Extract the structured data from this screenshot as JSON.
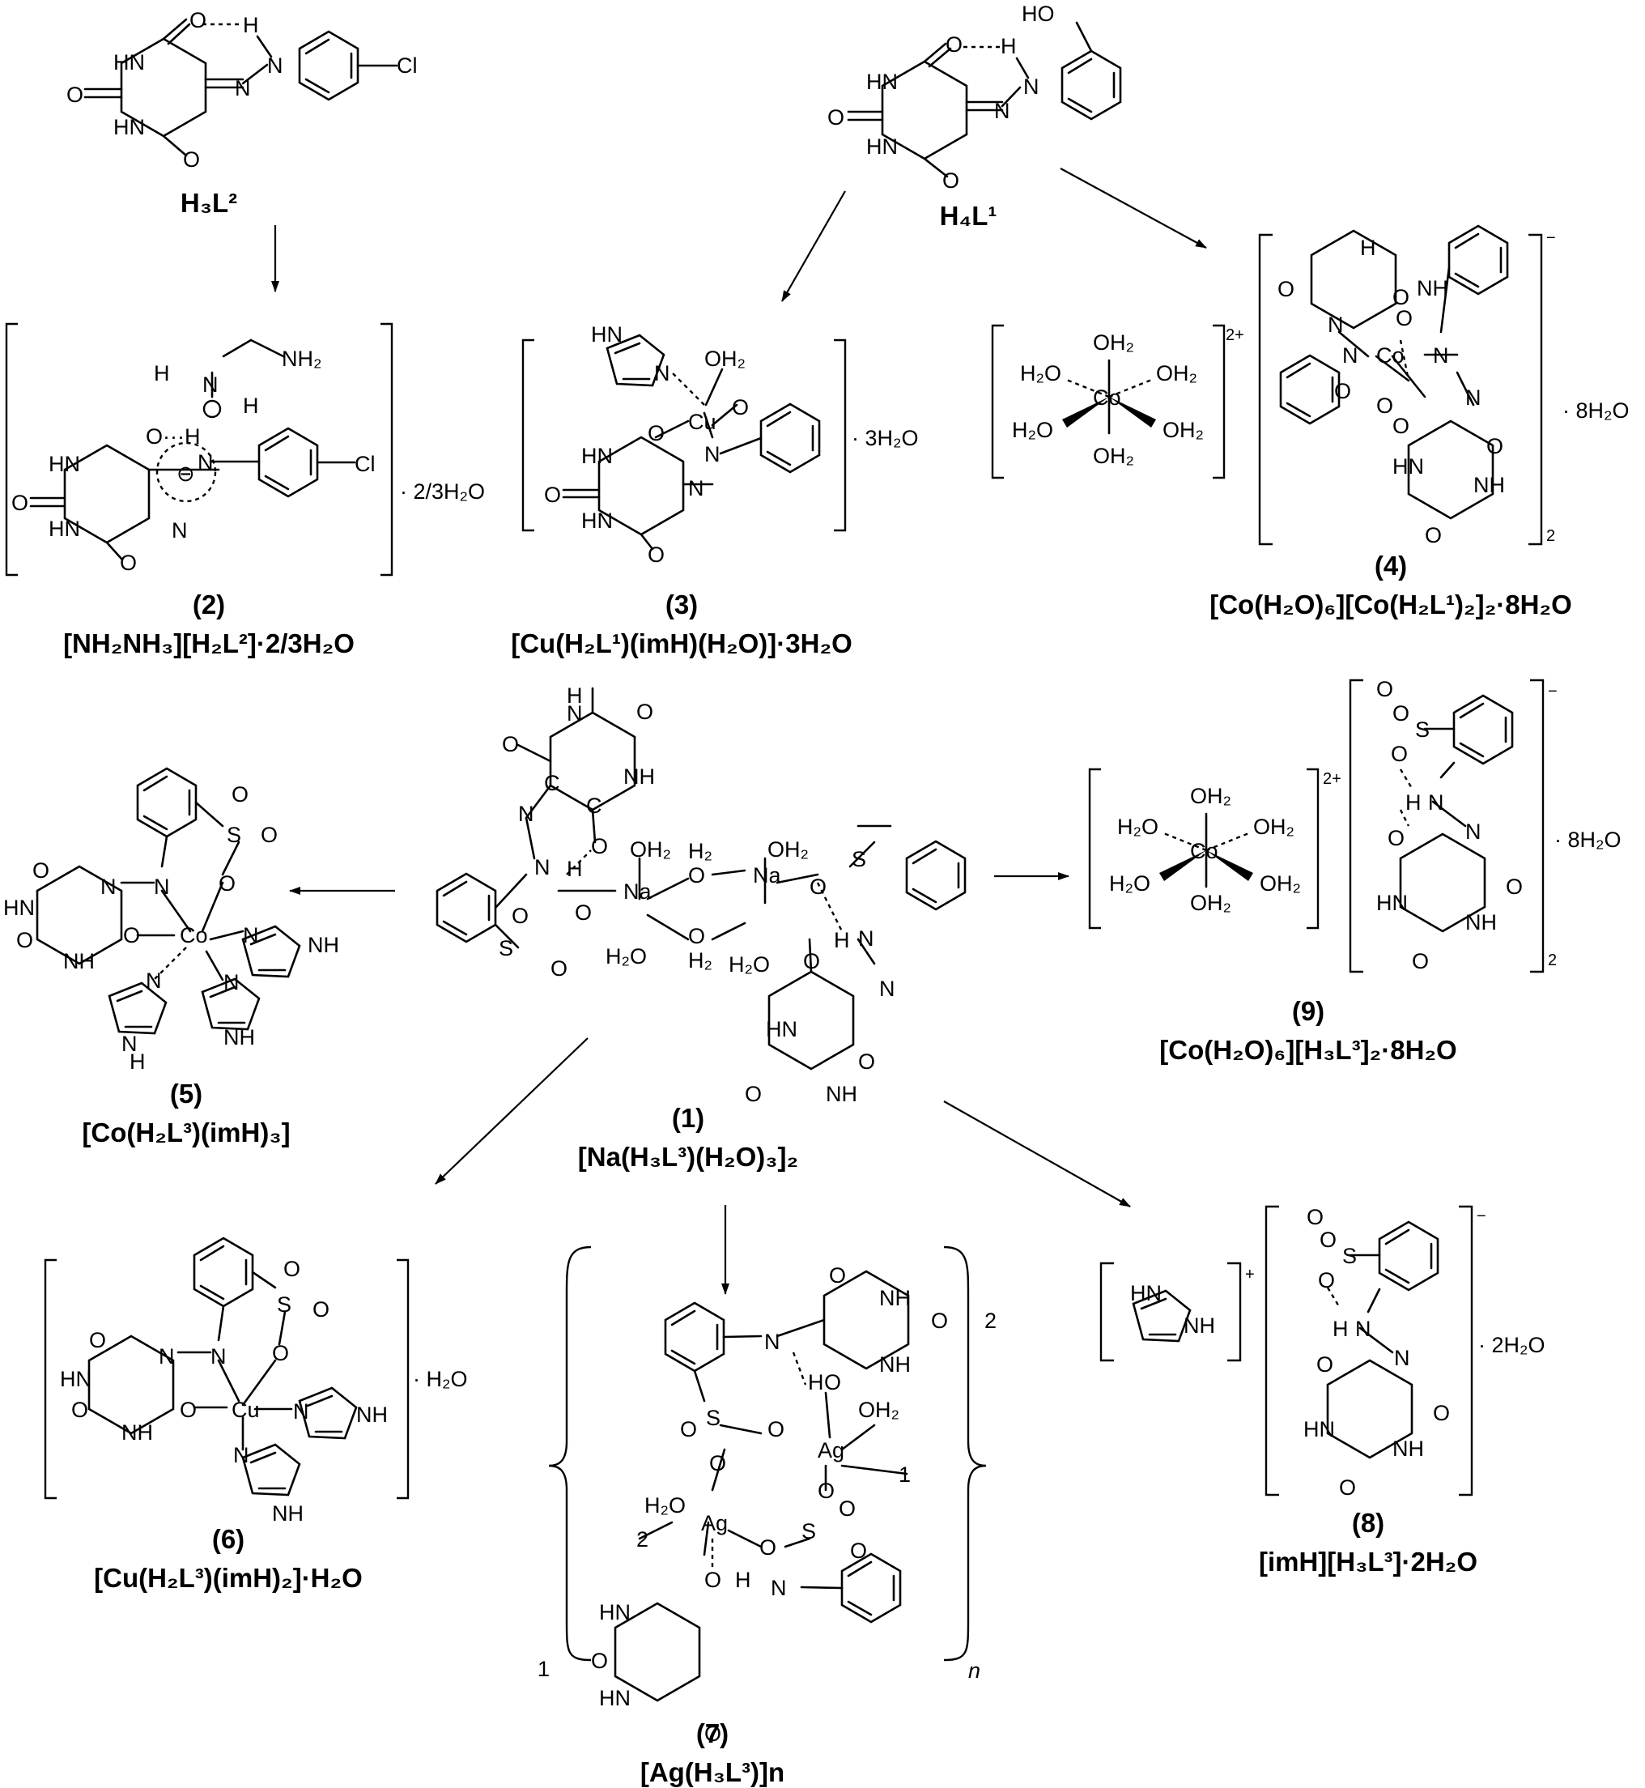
{
  "compounds": [
    {
      "id": "H3L2",
      "number": "",
      "formula": "H₃L²"
    },
    {
      "id": "H4L1",
      "number": "",
      "formula": "H₄L¹"
    },
    {
      "id": "c2",
      "number": "(2)",
      "formula": "[NH₂NH₃][H₂L²]·2/3H₂O",
      "solvate": "· 2/3H₂O"
    },
    {
      "id": "c3",
      "number": "(3)",
      "formula": "[Cu(H₂L¹)(imH)(H₂O)]·3H₂O",
      "solvate": "· 3H₂O"
    },
    {
      "id": "c4",
      "number": "(4)",
      "formula": "[Co(H₂O)₆][Co(H₂L¹)₂]₂·8H₂O",
      "solvate": "· 8H₂O"
    },
    {
      "id": "c1",
      "number": "(1)",
      "formula": "[Na(H₃L³)(H₂O)₃]₂"
    },
    {
      "id": "c5",
      "number": "(5)",
      "formula": "[Co(H₂L³)(imH)₃]"
    },
    {
      "id": "c9",
      "number": "(9)",
      "formula": "[Co(H₂O)₆][H₃L³]₂·8H₂O",
      "solvate": "· 8H₂O"
    },
    {
      "id": "c6",
      "number": "(6)",
      "formula": "[Cu(H₂L³)(imH)₂]·H₂O",
      "solvate": "· H₂O"
    },
    {
      "id": "c7",
      "number": "(7)",
      "formula": "[Ag(H₃L³)]n"
    },
    {
      "id": "c8",
      "number": "(8)",
      "formula": "[imH][H₃L³]·2H₂O",
      "solvate": "· 2H₂O"
    }
  ],
  "charges": {
    "plus2": "2+",
    "minus": "−",
    "plus": "+",
    "sub2": "2",
    "n": "n",
    "one": "1",
    "two": "2"
  },
  "atoms": {
    "O": "O",
    "N": "N",
    "HN": "HN",
    "NH": "NH",
    "H": "H",
    "C": "C",
    "Cl": "Cl",
    "OH": "OH",
    "NH2": "NH₂",
    "OH2": "OH₂",
    "H2O": "H₂O",
    "H2": "H₂",
    "S": "S",
    "Cu": "Cu",
    "Co": "Co",
    "Na": "Na",
    "Ag": "Ag",
    "HO": "HO",
    "Odots": "O···H"
  },
  "arrows": [
    {
      "from": "H3L2",
      "to": "c2"
    },
    {
      "from": "H4L1",
      "to": "c3"
    },
    {
      "from": "H4L1",
      "to": "c4"
    },
    {
      "from": "c1",
      "to": "c5"
    },
    {
      "from": "c1",
      "to": "c9"
    },
    {
      "from": "c1",
      "to": "c6"
    },
    {
      "from": "c1",
      "to": "c7"
    },
    {
      "from": "c1",
      "to": "c8"
    }
  ]
}
